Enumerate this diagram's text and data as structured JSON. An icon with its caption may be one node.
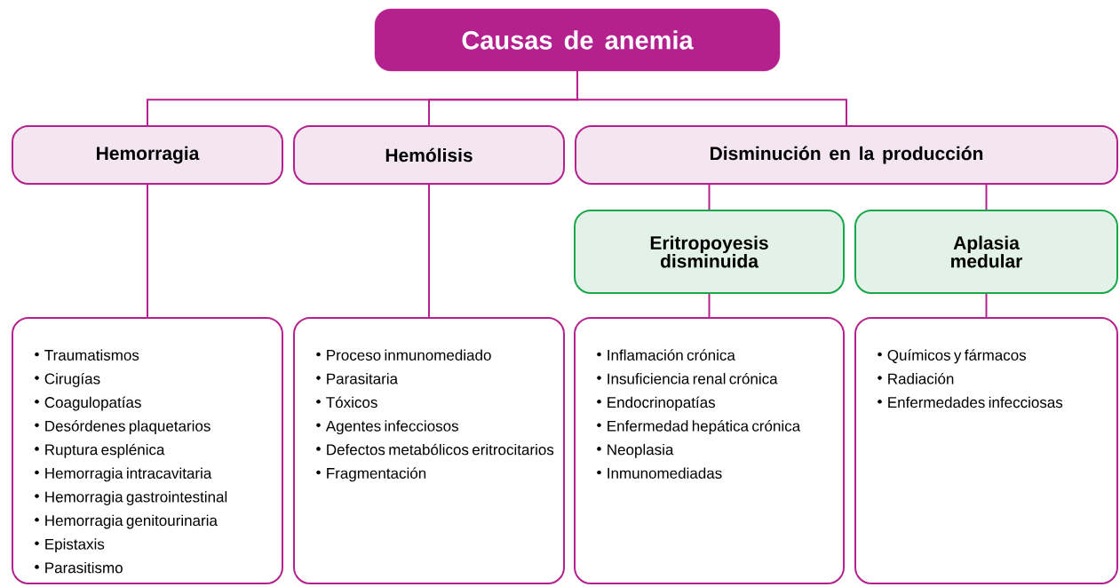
{
  "diagram": {
    "nodes": [
      {
        "text": [
          "Causas de anemia"
        ]
      },
      {
        "text": [
          "Hemorragia"
        ]
      },
      {
        "text": [
          "Hemólisis"
        ]
      },
      {
        "text": [
          "Disminución en la producción"
        ]
      },
      {
        "text": [
          "Eritropoyesis disminuida"
        ]
      },
      {
        "text": [
          "Aplasia medular"
        ]
      },
      {
        "text": [
          "Traumatismos",
          "Cirugías",
          "Coagulopatías",
          "Desórdenes plaquetarios",
          "Ruptura esplénica",
          "Hemorragia intracavitaria",
          "Hemorragia gastrointestinal",
          "Hemorragia genitourinaria",
          "Epistaxis",
          "Parasitismo"
        ]
      },
      {
        "text": [
          "Proceso inmunomediado",
          "Parasitaria",
          "Tóxicos",
          "Agentes infecciosos",
          "Defectos metabólicos eritrocitarios",
          "Fragmentación"
        ]
      },
      {
        "text": [
          "Inflamación crónica",
          "Insuficiencia renal crónica",
          "Endocrinopatías",
          "Enfermedad hepática crónica",
          "Neoplasia",
          "Inmunomediadas"
        ]
      },
      {
        "text": [
          "Químicos y fármacos",
          "Radiación",
          "Enfermedades infecciosas"
        ]
      }
    ],
    "edges": [
      {
        "from": 0,
        "to": 1,
        "arrow": "none"
      },
      {
        "from": 0,
        "to": 2,
        "arrow": "none"
      },
      {
        "from": 0,
        "to": 3,
        "arrow": "none"
      },
      {
        "from": 3,
        "to": 4,
        "arrow": "none"
      },
      {
        "from": 3,
        "to": 5,
        "arrow": "none"
      },
      {
        "from": 1,
        "to": 6,
        "arrow": "none"
      },
      {
        "from": 2,
        "to": 7,
        "arrow": "none"
      },
      {
        "from": 4,
        "to": 8,
        "arrow": "none"
      },
      {
        "from": 5,
        "to": 9,
        "arrow": "none"
      }
    ]
  }
}
